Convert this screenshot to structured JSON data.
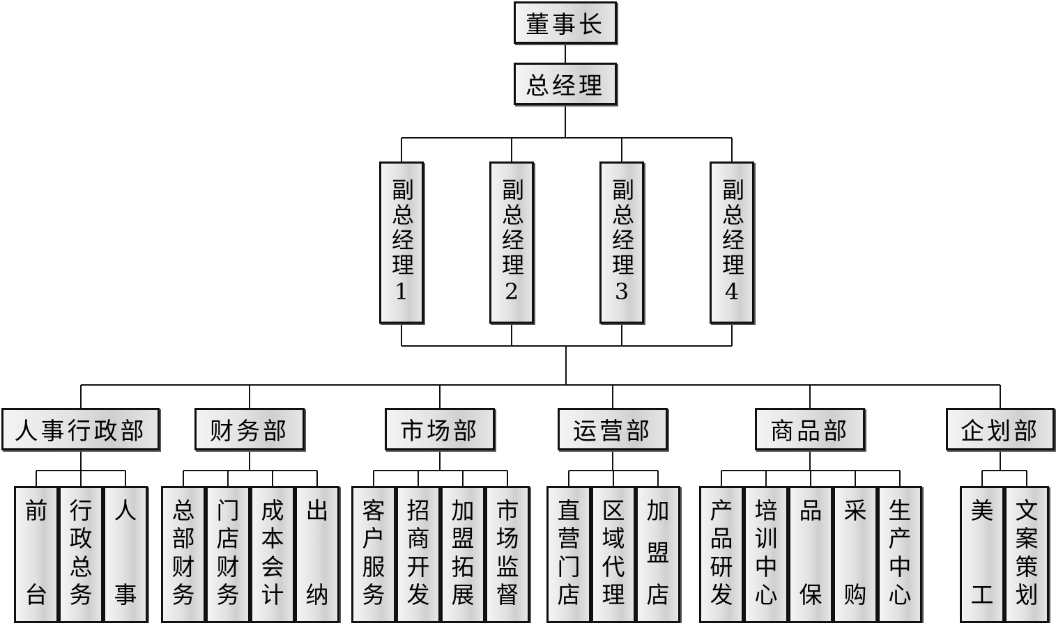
{
  "chairman": "董事长",
  "general_manager": "总经理",
  "vice_managers": [
    "副总经理1",
    "副总经理2",
    "副总经理3",
    "副总经理4"
  ],
  "departments": [
    {
      "name": "人事行政部",
      "units": [
        "前台",
        "行政总务",
        "人事"
      ]
    },
    {
      "name": "财务部",
      "units": [
        "总部财务",
        "门店财务",
        "成本会计",
        "出纳"
      ]
    },
    {
      "name": "市场部",
      "units": [
        "客户服务",
        "招商开发",
        "加盟拓展",
        "市场监督"
      ]
    },
    {
      "name": "运营部",
      "units": [
        "直营门店",
        "区域代理",
        "加盟店"
      ]
    },
    {
      "name": "商品部",
      "units": [
        "产品研发",
        "培训中心",
        "品保",
        "采购",
        "生产中心"
      ]
    },
    {
      "name": "企划部",
      "units": [
        "美工",
        "文案策划"
      ]
    }
  ]
}
